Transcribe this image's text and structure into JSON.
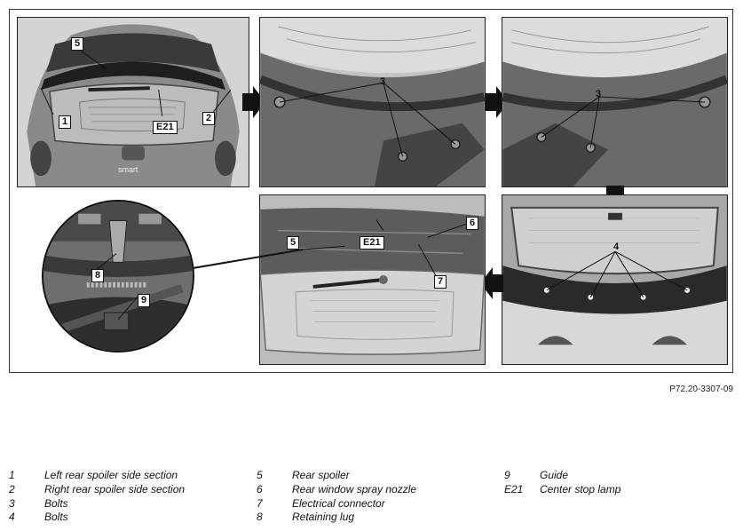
{
  "figure": {
    "code": "P72.20-3307-09",
    "callouts": {
      "p1": [
        "5",
        "1",
        "2",
        "E21"
      ],
      "p2": [
        "3"
      ],
      "p3": [
        "3"
      ],
      "p4": [
        "4"
      ],
      "p5": [
        "5",
        "E21",
        "6",
        "7"
      ],
      "p6": [
        "8",
        "9"
      ]
    },
    "badge_text": "smart"
  },
  "legend": [
    {
      "key": "1",
      "text": "Left rear spoiler side section"
    },
    {
      "key": "2",
      "text": "Right rear spoiler side section"
    },
    {
      "key": "3",
      "text": "Bolts"
    },
    {
      "key": "4",
      "text": "Bolts"
    },
    {
      "key": "5",
      "text": "Rear spoiler"
    },
    {
      "key": "6",
      "text": "Rear window spray nozzle"
    },
    {
      "key": "7",
      "text": "Electrical connector"
    },
    {
      "key": "8",
      "text": "Retaining lug"
    },
    {
      "key": "9",
      "text": "Guide"
    },
    {
      "key": "E21",
      "text": "Center stop lamp"
    }
  ]
}
